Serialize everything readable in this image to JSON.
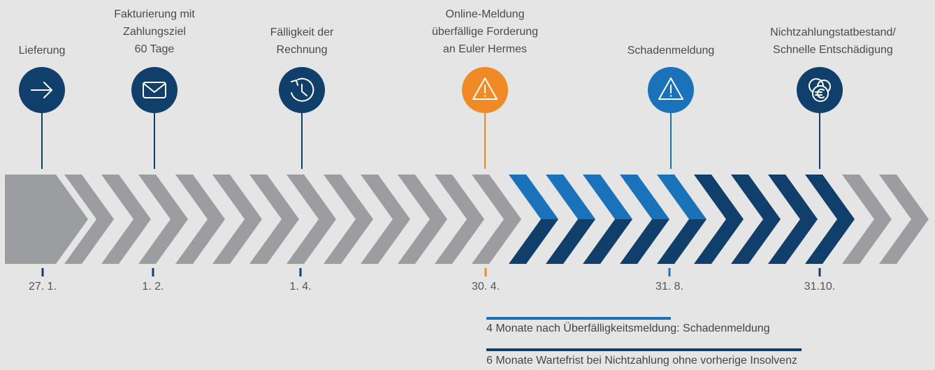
{
  "milestones": [
    {
      "label_lines": [
        "Lieferung"
      ],
      "date": "27. 1.",
      "icon": "arrow-right-icon",
      "color": "#113f6b"
    },
    {
      "label_lines": [
        "Fakturierung mit",
        "Zahlungsziel",
        "60 Tage"
      ],
      "date": "1. 2.",
      "icon": "envelope-icon",
      "color": "#113f6b"
    },
    {
      "label_lines": [
        "Fälligkeit der",
        "Rechnung"
      ],
      "date": "1. 4.",
      "icon": "clock-icon",
      "color": "#113f6b"
    },
    {
      "label_lines": [
        "Online-Meldung",
        "überfällige Forderung",
        "an Euler Hermes"
      ],
      "date": "30. 4.",
      "icon": "warning-icon",
      "color": "#f08a24"
    },
    {
      "label_lines": [
        "Schadenmeldung"
      ],
      "date": "31. 8.",
      "icon": "warning-icon",
      "color": "#1a73ba"
    },
    {
      "label_lines": [
        "Nichtzahlungstatbestand/",
        "Schnelle Entschädigung"
      ],
      "date": "31.10.",
      "icon": "coins-euro-icon",
      "color": "#113f6b"
    }
  ],
  "legend": [
    {
      "text": "4 Monate nach Überfälligkeitsmeldung: Schadenmeldung",
      "color": "#1a73ba"
    },
    {
      "text": "6 Monate Wartefrist bei Nichtzahlung ohne vorherige Insolvenz",
      "color": "#113f6b"
    }
  ],
  "colors": {
    "gray": "#9b9da0",
    "light_blue": "#1a73ba",
    "dark_blue": "#113f6b",
    "orange": "#f08a24",
    "background": "#e5e5e5"
  }
}
